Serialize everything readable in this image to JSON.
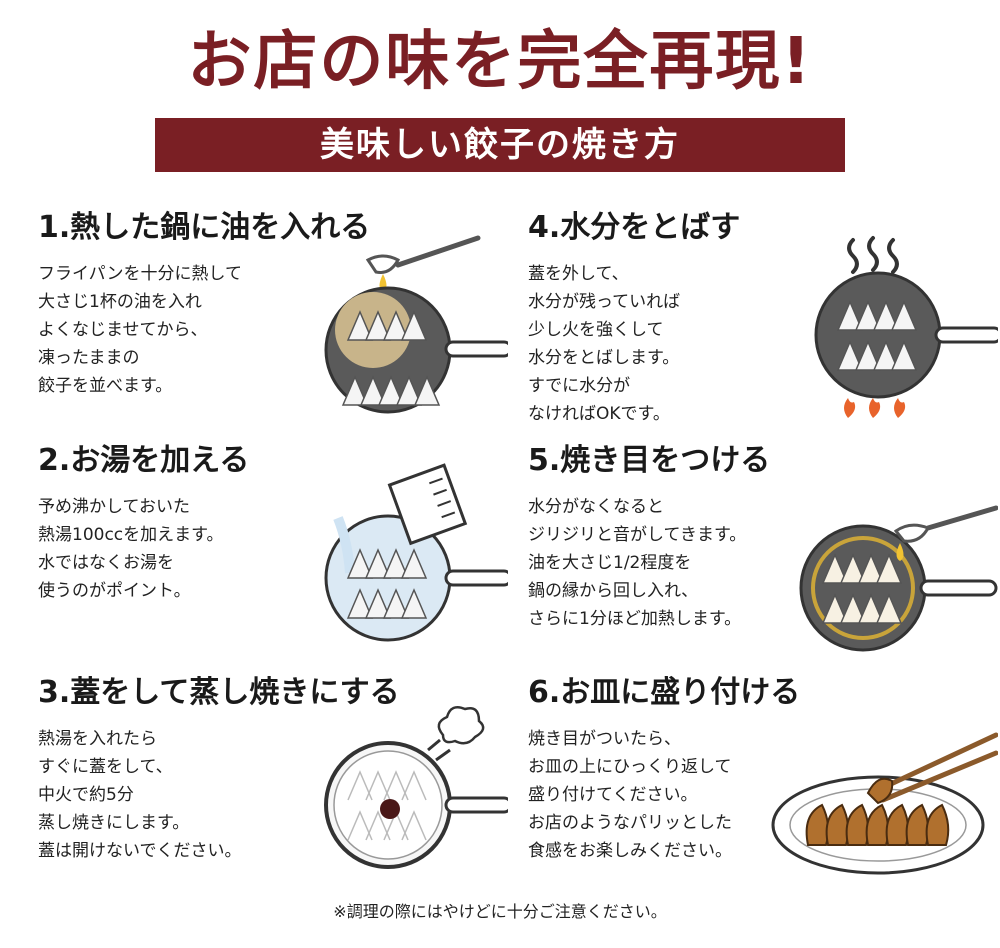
{
  "header": {
    "title": "お店の味を完全再現!",
    "subtitle": "美味しい餃子の焼き方"
  },
  "steps": [
    {
      "title": "1.熱した鍋に油を入れる",
      "text": "フライパンを十分に熱して\n大さじ1杯の油を入れ\nよくなじませてから、\n凍ったままの\n餃子を並べます。"
    },
    {
      "title": "2.お湯を加える",
      "text": "予め沸かしておいた\n熱湯100ccを加えます。\n水ではなくお湯を\n使うのがポイント。"
    },
    {
      "title": "3.蓋をして蒸し焼きにする",
      "text": "熱湯を入れたら\nすぐに蓋をして、\n中火で約5分\n蒸し焼きにします。\n蓋は開けないでください。"
    },
    {
      "title": "4.水分をとばす",
      "text": "蓋を外して、\n水分が残っていれば\n少し火を強くして\n水分をとばします。\nすでに水分が\nなければOKです。"
    },
    {
      "title": "5.焼き目をつける",
      "text": "水分がなくなると\nジリジリと音がしてきます。\n油を大さじ1/2程度を\n鍋の縁から回し入れ、\nさらに1分ほど加熱します。"
    },
    {
      "title": "6.お皿に盛り付ける",
      "text": "焼き目がついたら、\nお皿の上にひっくり返して\n盛り付けてください。\nお店のようなパリッとした\n食感をお楽しみください。"
    }
  ],
  "footer": {
    "note": "※調理の際にはやけどに十分ご注意ください。"
  },
  "colors": {
    "brand": "#7a1f24",
    "pan": "#555555",
    "flame": "#e8632b",
    "oil": "#f1c232"
  },
  "icons": [
    "frying-pan-icon",
    "oil-spoon-icon",
    "measuring-cup-icon",
    "lid-icon",
    "steam-icon",
    "flame-icon",
    "plate-icon",
    "chopsticks-icon",
    "gyoza-icon"
  ]
}
